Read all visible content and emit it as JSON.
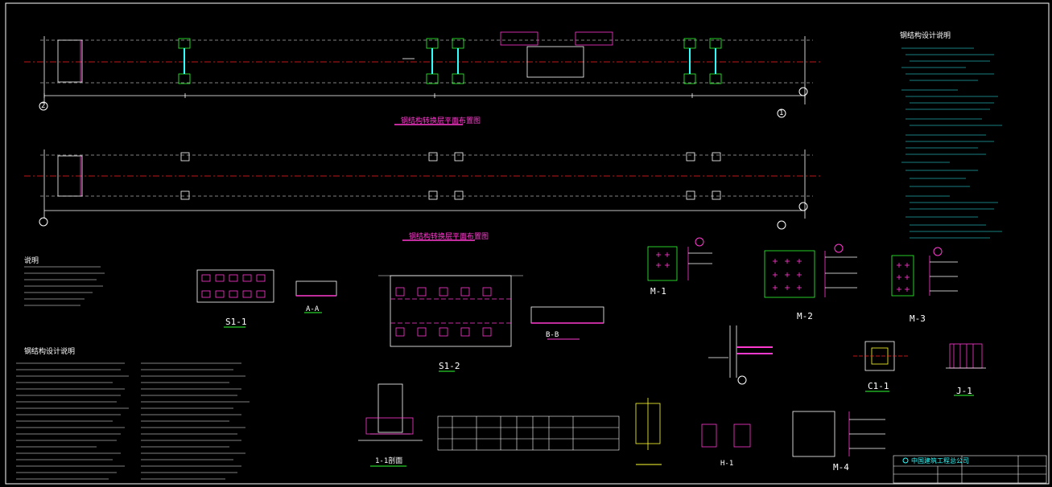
{
  "labels": {
    "plan_title_1": "钢结构转换层平面布置图",
    "plan_title_2": "钢结构转换层平面布置图",
    "notes_title": "说明",
    "notes_title_2": "钢结构设计说明",
    "sec_aa": "A-A",
    "sec_bb": "B-B",
    "sec_s11": "S1-1",
    "sec_s12": "S1-2",
    "det_m1": "M-1",
    "det_m2": "M-2",
    "det_m3": "M-3",
    "det_m4": "M-4",
    "det_c11": "C1-1",
    "det_j": "J-1",
    "det_11": "1-1剖面",
    "det_h1": "H-1",
    "axis_1": "1",
    "axis_2": "2",
    "tb_company": "中国建筑工程总公司"
  },
  "colors": {
    "bg": "#000000",
    "line": "#ffffff",
    "axis": "#ff2020",
    "accent": "#ff30d0",
    "cyan": "#30ffff",
    "green": "#30ff30",
    "yellow": "#ffff30"
  }
}
